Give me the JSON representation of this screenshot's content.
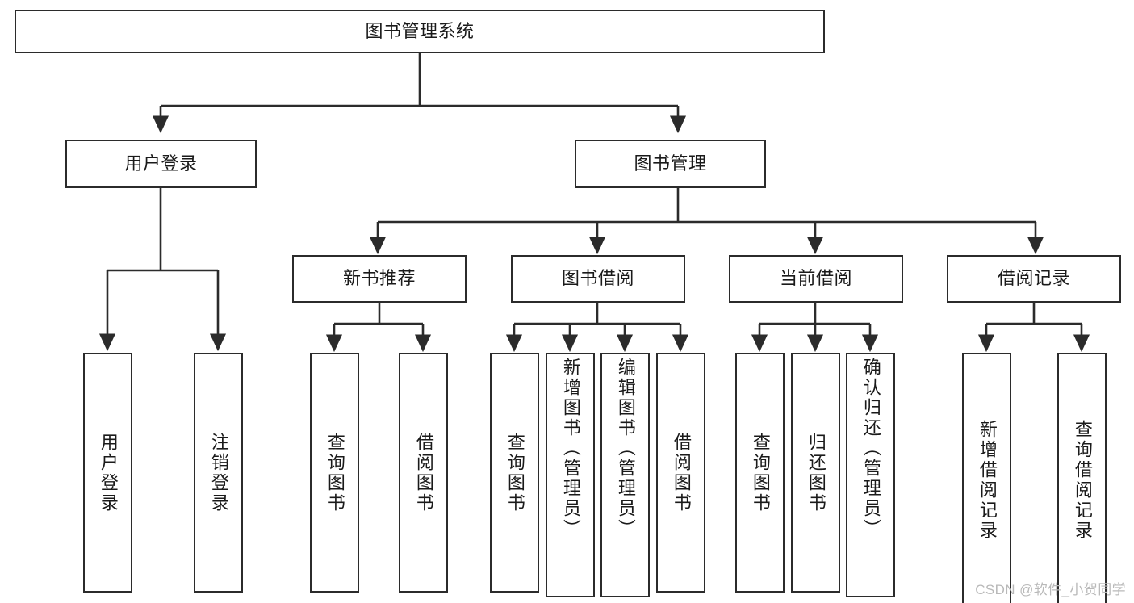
{
  "diagram": {
    "title": "图书管理系统",
    "type": "tree",
    "watermark": "CSDN @软件_小贺同学",
    "colors": {
      "background": "#ffffff",
      "stroke": "#2b2b2b",
      "text": "#1a1a1a",
      "watermark": "#b9b9b9"
    },
    "nodes": {
      "root": {
        "label": "图书管理系统"
      },
      "level1": [
        {
          "id": "user-login",
          "label": "用户登录"
        },
        {
          "id": "book-manage",
          "label": "图书管理"
        }
      ],
      "level2": [
        {
          "id": "new-book-recommend",
          "label": "新书推荐"
        },
        {
          "id": "book-borrow",
          "label": "图书借阅"
        },
        {
          "id": "current-borrow",
          "label": "当前借阅"
        },
        {
          "id": "borrow-record",
          "label": "借阅记录"
        }
      ],
      "leaves": {
        "user_login": [
          {
            "id": "leaf-user-login",
            "label": "用户登录"
          },
          {
            "id": "leaf-logout-login",
            "label": "注销登录"
          }
        ],
        "new_book_recommend": [
          {
            "id": "leaf-query-book-1",
            "label": "查询图书"
          },
          {
            "id": "leaf-borrow-book-1",
            "label": "借阅图书"
          }
        ],
        "book_borrow": [
          {
            "id": "leaf-query-book-2",
            "label": "查询图书"
          },
          {
            "id": "leaf-add-book",
            "label": "新增图书（管理员）"
          },
          {
            "id": "leaf-edit-book",
            "label": "编辑图书（管理员）"
          },
          {
            "id": "leaf-borrow-book-2",
            "label": "借阅图书"
          }
        ],
        "current_borrow": [
          {
            "id": "leaf-query-book-3",
            "label": "查询图书"
          },
          {
            "id": "leaf-return-book",
            "label": "归还图书"
          },
          {
            "id": "leaf-confirm-return",
            "label": "确认归还（管理员）"
          }
        ],
        "borrow_record": [
          {
            "id": "leaf-add-record",
            "label": "新增借阅记录"
          },
          {
            "id": "leaf-query-record",
            "label": "查询借阅记录"
          }
        ]
      }
    }
  }
}
